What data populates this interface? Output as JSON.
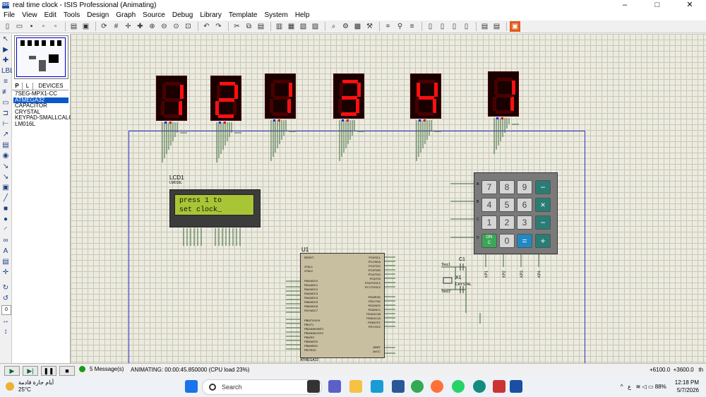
{
  "window": {
    "title": "real time clock - ISIS Professional (Animating)",
    "app_icon_label": "ISIS",
    "controls": [
      "–",
      "□",
      "✕"
    ]
  },
  "menu": [
    "File",
    "View",
    "Edit",
    "Tools",
    "Design",
    "Graph",
    "Source",
    "Debug",
    "Library",
    "Template",
    "System",
    "Help"
  ],
  "device_panel": {
    "header_p": "P",
    "header_l": "L",
    "header_devices": "DEVICES",
    "devices": [
      "7SEG-MPX1-CC",
      "ATMEGA32",
      "CAPACITOR",
      "CRYSTAL",
      "KEYPAD-SMALLCALC",
      "LM016L"
    ],
    "selected_index": 1
  },
  "displays": [
    "1",
    "2",
    "1",
    "3",
    "4",
    "1"
  ],
  "lcd": {
    "ref": "LCD1",
    "part": "LM016L",
    "line1": "press 1 to",
    "line2": "set clock_"
  },
  "mcu": {
    "ref": "U1",
    "part": "ATMEGA32",
    "reset_label": "RESET",
    "left_pins": [
      "XTAL1",
      "XTAL2",
      "PA0/ADC0",
      "PA1/ADC1",
      "PA2/ADC2",
      "PA3/ADC3",
      "PA4/ADC4",
      "PA5/ADC5",
      "PA6/ADC6",
      "PA7/ADC7",
      "PB0/T0/XCK",
      "PB1/T1",
      "PB2/AIN0/INT2",
      "PB3/AIN1/OC0",
      "PB4/SS",
      "PB5/MOSI",
      "PB6/MISO",
      "PB7/SCK"
    ],
    "right_pins": [
      "PC0/SCL",
      "PC1/SDA",
      "PC2/TCK",
      "PC3/TMS",
      "PC4/TDO",
      "PC5/TDI",
      "PC6/TOSC1",
      "PC7/TOSC2",
      "PD0/RXD",
      "PD1/TXD",
      "PD2/INT0",
      "PD3/INT1",
      "PD4/OC1B",
      "PD5/OC1A",
      "PD6/ICP1",
      "PD7/OC2",
      "AREF",
      "AVCC"
    ]
  },
  "keypad": {
    "row_labels": [
      "A",
      "B",
      "C",
      "D"
    ],
    "keys": [
      [
        "7",
        "8",
        "9",
        "−"
      ],
      [
        "4",
        "5",
        "6",
        "×"
      ],
      [
        "1",
        "2",
        "3",
        "−"
      ],
      [
        "ON\nC",
        "0",
        "=",
        "+"
      ]
    ],
    "col_labels": [
      "1",
      "2",
      "3",
      "4"
    ],
    "kp_labels": [
      "KP1",
      "KP2",
      "KP3",
      "KP4"
    ]
  },
  "components": {
    "c1": "C1",
    "x1": "X1",
    "crystal": "CRYSTAL",
    "tosc1": "Tosc1",
    "tosc2": "Tosc2"
  },
  "status": {
    "messages": "5 Message(s)",
    "animating": "ANIMATING: 00:00:45.850000 (CPU load 23%)",
    "x": "+6100.0",
    "y": "+3600.0",
    "unit": "th"
  },
  "taskbar": {
    "weather_text": "أيام حارة قادمة",
    "temp": "25°C",
    "search": "Search",
    "time": "12:18 PM",
    "date": "5/7/2026",
    "battery": "88%",
    "lang": "ع"
  }
}
